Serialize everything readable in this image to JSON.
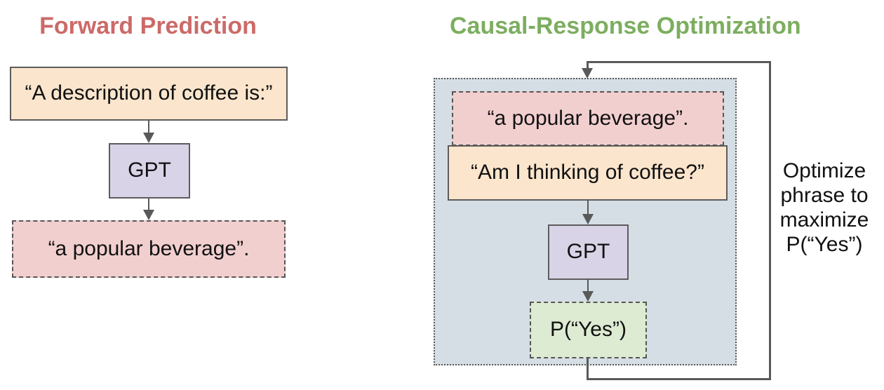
{
  "forward_panel": {
    "title": "Forward Prediction",
    "prompt_box": "“A description of coffee is:”",
    "gpt_label": "GPT",
    "output_box": "“a popular beverage”."
  },
  "causal_panel": {
    "title": "Causal-Response Optimization",
    "phrase_box": "“a popular beverage”.",
    "question_box": "“Am I thinking of coffee?”",
    "gpt_label": "GPT",
    "prob_box": "P(“Yes”)",
    "side_note": "Optimize phrase to maximize P(“Yes”)"
  },
  "colors": {
    "peach": "#FBE5CD",
    "pink": "#F2CFCF",
    "lavender": "#D9D3E8",
    "green_box": "#DEEBD3",
    "container": "#D5DEE4",
    "line": "#595959",
    "border_solid": "#5C5C5C",
    "border_dashed": "#565656",
    "title_red": "#CC6A68",
    "title_green": "#7CAE5F"
  }
}
